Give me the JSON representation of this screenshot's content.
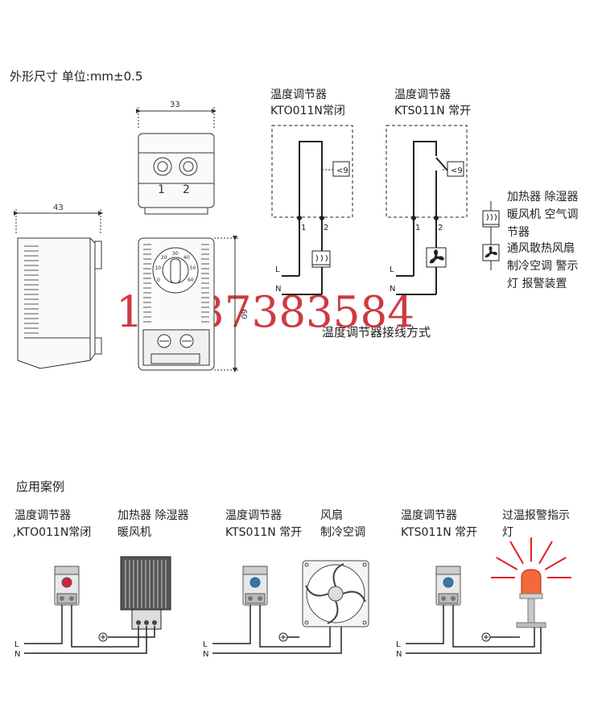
{
  "header": {
    "dimensions_label": "外形尺寸 单位:mm±0.5"
  },
  "dims": {
    "width": "33",
    "depth": "43",
    "height": "60",
    "terminal_1": "1",
    "terminal_2": "2"
  },
  "dial": {
    "scale": [
      "0",
      "10",
      "20",
      "30",
      "40",
      "50",
      "60"
    ]
  },
  "wiring": {
    "kto": {
      "line1": "温度调节器",
      "line2": "KTO011N常闭"
    },
    "kts": {
      "line1": "温度调节器",
      "line2": "KTS011N 常开"
    },
    "labels": {
      "L": "L",
      "N": "N",
      "t1": "1",
      "t2": "2"
    },
    "caption": "温度调节器接线方式",
    "legend_heat": {
      "line1": "加热器 除湿器",
      "line2": "暖风机 空气调",
      "line3": "节器"
    },
    "legend_fan": {
      "line1": "通风散热风扇",
      "line2": "制冷空调 警示",
      "line3": "灯 报警装置"
    }
  },
  "watermark": "18237383584",
  "apps": {
    "title": "应用案例",
    "a1": {
      "ctl1": "温度调节器",
      "ctl2": ",KTO011N常闭",
      "dev1": "加热器 除湿器",
      "dev2": "暖风机"
    },
    "a2": {
      "ctl1": "温度调节器",
      "ctl2": "KTS011N 常开",
      "dev1": "风扇",
      "dev2": "制冷空调"
    },
    "a3": {
      "ctl1": "温度调节器",
      "ctl2": "KTS011N 常开",
      "dev1": "过温报警指示",
      "dev2": "灯"
    },
    "L": "L",
    "N": "N"
  },
  "colors": {
    "kto_knob": "#d0243c",
    "kts_knob": "#2a7ab8",
    "watermark": "#c8252c",
    "beacon": "#e02020"
  }
}
